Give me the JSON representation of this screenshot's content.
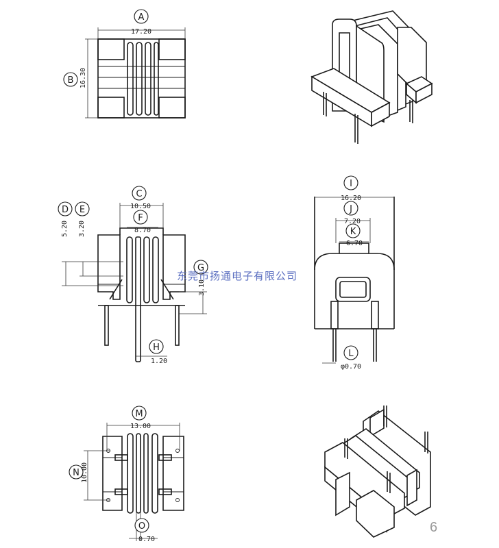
{
  "dimensions": [
    {
      "letter": "A",
      "value": "17.20"
    },
    {
      "letter": "B",
      "value": "16.30"
    },
    {
      "letter": "C",
      "value": "10.50"
    },
    {
      "letter": "D",
      "value": "5.20"
    },
    {
      "letter": "E",
      "value": "3.20"
    },
    {
      "letter": "F",
      "value": "8.70"
    },
    {
      "letter": "G",
      "value": "3.10"
    },
    {
      "letter": "H",
      "value": "1.20"
    },
    {
      "letter": "I",
      "value": "16.20"
    },
    {
      "letter": "J",
      "value": "7.20"
    },
    {
      "letter": "K",
      "value": "6.70"
    },
    {
      "letter": "L",
      "value": "φ0.70"
    },
    {
      "letter": "M",
      "value": "13.00"
    },
    {
      "letter": "N",
      "value": "10.00"
    },
    {
      "letter": "O",
      "value": "0.70"
    }
  ],
  "watermark": "东莞市扬通电子有限公司",
  "page_number": "6"
}
